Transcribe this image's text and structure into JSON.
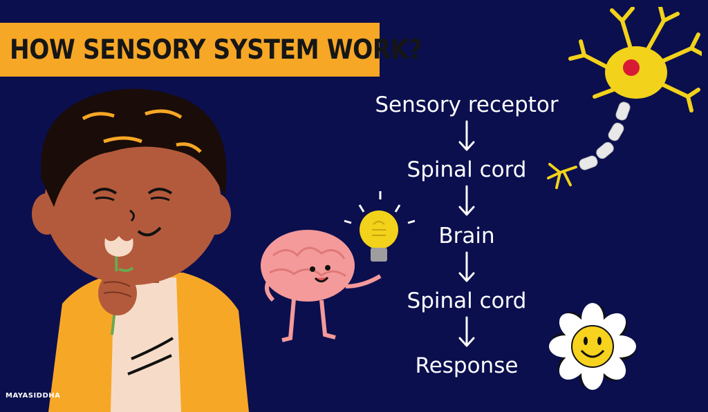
{
  "header": {
    "title": "HOW SENSORY SYSTEM WORK?"
  },
  "flow": {
    "steps": [
      "Sensory receptor",
      "Spinal cord",
      "Brain",
      "Spinal cord",
      "Response"
    ]
  },
  "footer": {
    "watermark": "MAYASIDDHA"
  },
  "colors": {
    "background": "#0b0f4e",
    "title_bg": "#f7a726",
    "text": "#ffffff",
    "neuron": "#f2d21b",
    "brain": "#f49a9a",
    "skin": "#b35a3c",
    "hair": "#1a0c08",
    "shirt": "#f7a726"
  },
  "icons": [
    "boy-illustration",
    "brain-icon",
    "lightbulb-icon",
    "neuron-icon",
    "daisy-smiley-icon",
    "down-arrow-icon"
  ]
}
